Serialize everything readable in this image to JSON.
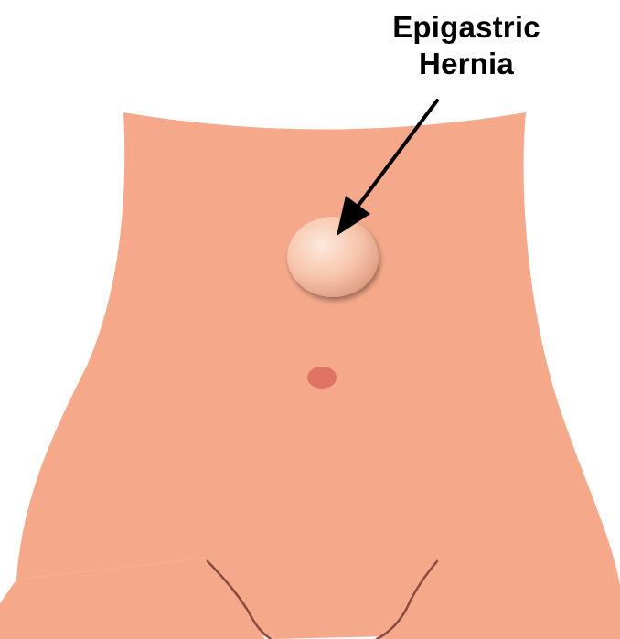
{
  "annotation": {
    "line1": "Epigastric",
    "line2": "Hernia"
  },
  "colors": {
    "skin": "#f5a98a",
    "hernia_light": "#fbe0d2",
    "hernia_dark": "#c9876a",
    "navel": "#de7461",
    "groin_line": "#8a4a3e",
    "arrow": "#000000"
  },
  "icons": {
    "arrow": "pointer-arrow",
    "hernia": "bulge",
    "navel": "navel"
  }
}
